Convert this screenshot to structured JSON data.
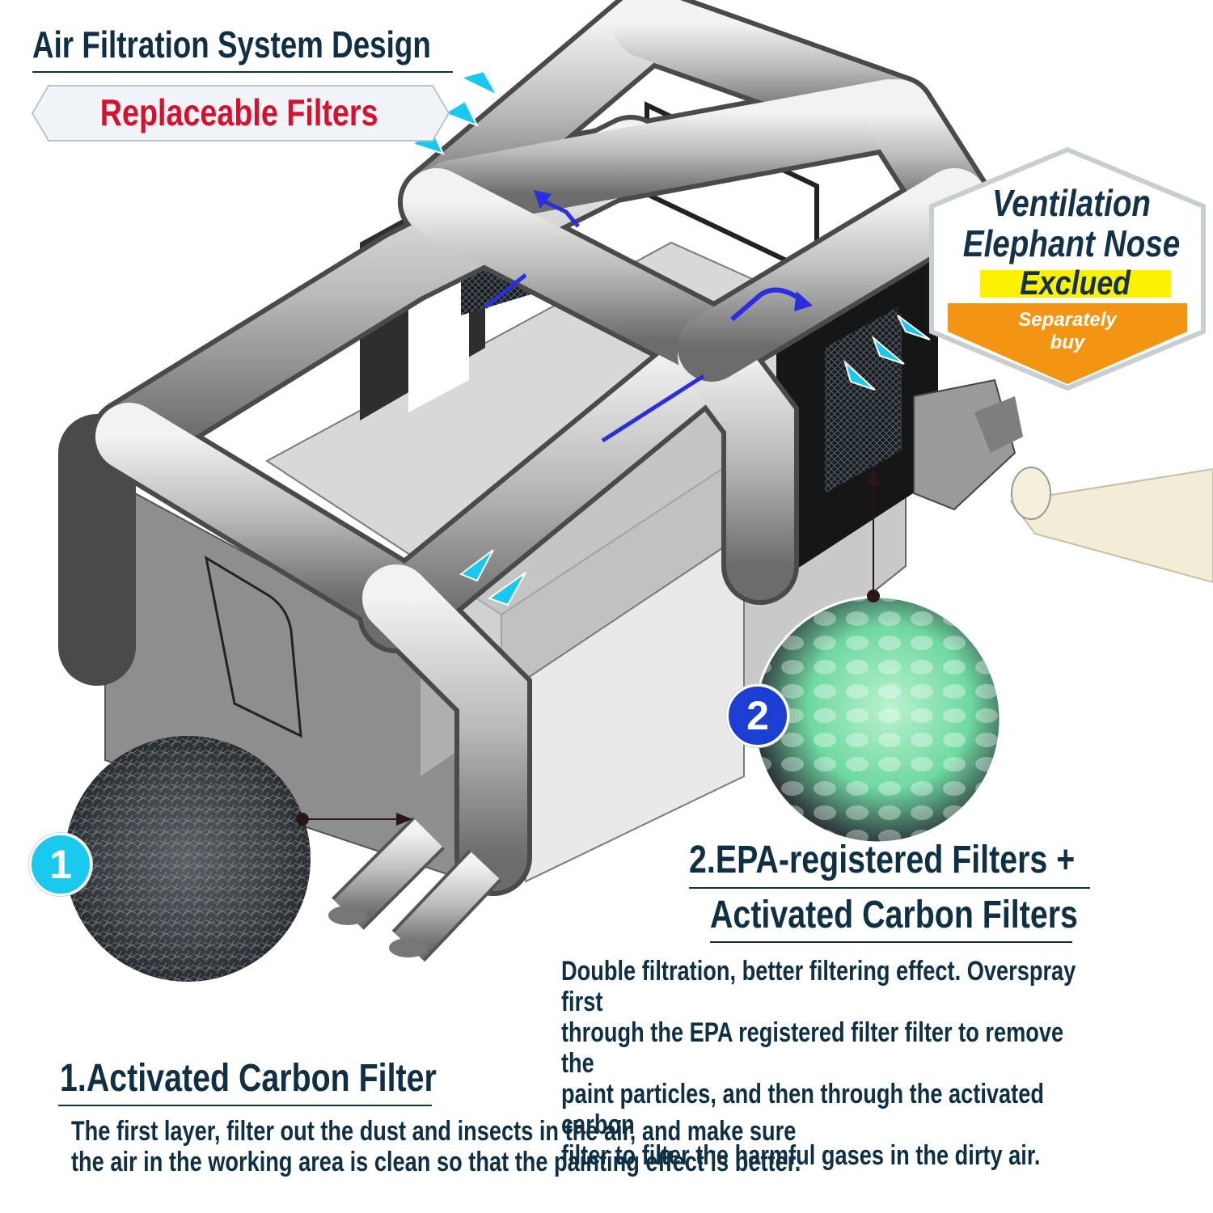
{
  "header": {
    "title": "Air Filtration System Design",
    "subtitle": "Replaceable Filters"
  },
  "badge": {
    "line1": "Ventilation",
    "line2": "Elephant Nose",
    "excluded": "Exclued",
    "note_line1": "Separately",
    "note_line2": "buy",
    "colors": {
      "accent_yellow": "#fff200",
      "accent_orange": "#f39412"
    }
  },
  "filter1": {
    "number": "1",
    "title": "1.Activated Carbon Filter",
    "description_line1": "The first layer, filter out the dust and insects in the air, and make sure",
    "description_line2": "the air in the working area is clean so that the painting effect is better."
  },
  "filter2": {
    "number": "2",
    "title_line1": "2.EPA-registered Filters +",
    "title_line2": "Activated Carbon Filters",
    "description_line1": "Double filtration, better filtering effect. Overspray first",
    "description_line2": "through the EPA registered filter filter to remove the",
    "description_line3": "paint particles, and then through the activated carbon",
    "description_line4": "filter to filter the harmful gases in the dirty air."
  },
  "colors": {
    "text_dark": "#0f2f45",
    "subtitle_red": "#d6102f",
    "airflow_cyan": "#19c8f0",
    "airflow_blue": "#2a2ee0",
    "badge_1": "#1ac9ee",
    "badge_2": "#1b3fd2"
  }
}
